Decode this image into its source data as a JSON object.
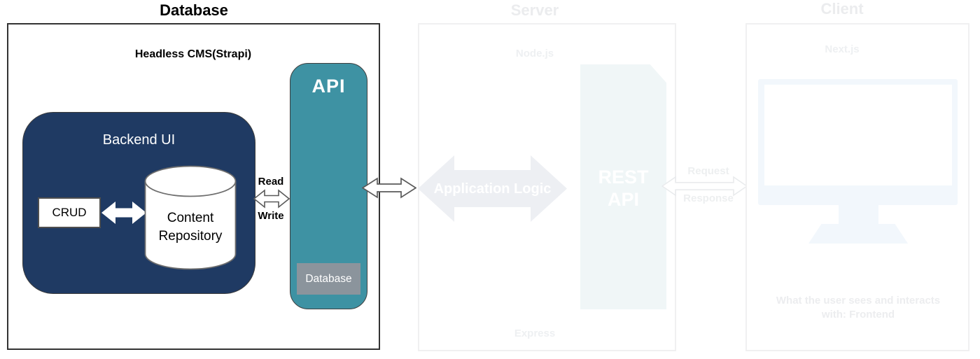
{
  "colors": {
    "navy": "#1f3a63",
    "teal": "#3e92a3",
    "badge_gray": "#8b949c",
    "arrow_outline": "#5a5a5a",
    "faded_navy": "#edeff3",
    "faded_teal": "#f0f6f7",
    "faded_blue": "#f2f7fc",
    "faded_text": "#eef0f2"
  },
  "database_section": {
    "title": "Database",
    "subtitle": "Headless CMS(Strapi)",
    "backend_ui_label": "Backend UI",
    "crud_label": "CRUD",
    "repository_label": "Content Repository",
    "read_label": "Read",
    "write_label": "Write",
    "api_label": "API",
    "api_badge_label": "Database"
  },
  "server_section": {
    "title": "Server",
    "runtime_label": "Node.js",
    "logic_label": "Application Logic",
    "rest_api_label": "REST API",
    "framework_label": "Express"
  },
  "connection": {
    "request_label": "Request",
    "response_label": "Response"
  },
  "client_section": {
    "title": "Client",
    "framework_label": "Next.js",
    "caption": "What the user sees and interacts with: Frontend"
  }
}
